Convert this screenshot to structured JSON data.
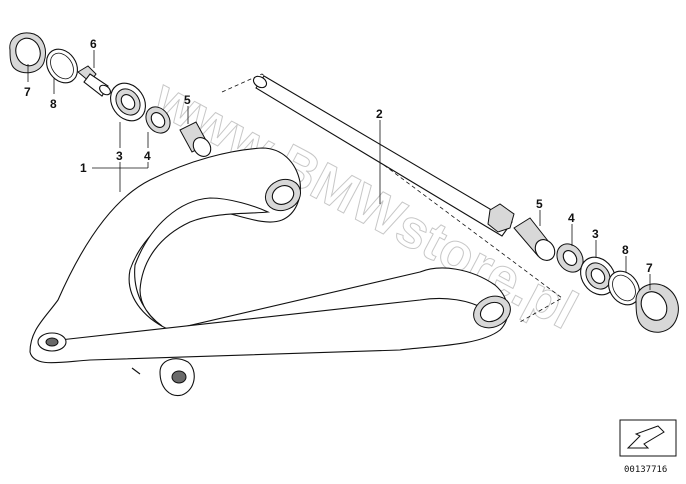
{
  "callouts": [
    {
      "id": "c7l",
      "text": "7"
    },
    {
      "id": "c8l",
      "text": "8"
    },
    {
      "id": "c6",
      "text": "6"
    },
    {
      "id": "c3l",
      "text": "3"
    },
    {
      "id": "c4l",
      "text": "4"
    },
    {
      "id": "c5l",
      "text": "5"
    },
    {
      "id": "c1",
      "text": "1"
    },
    {
      "id": "c2",
      "text": "2"
    },
    {
      "id": "c5r",
      "text": "5"
    },
    {
      "id": "c4r",
      "text": "4"
    },
    {
      "id": "c3r",
      "text": "3"
    },
    {
      "id": "c8r",
      "text": "8"
    },
    {
      "id": "c7r",
      "text": "7"
    }
  ],
  "watermark": "www.BMWstore.pl",
  "part_number": "00137716"
}
